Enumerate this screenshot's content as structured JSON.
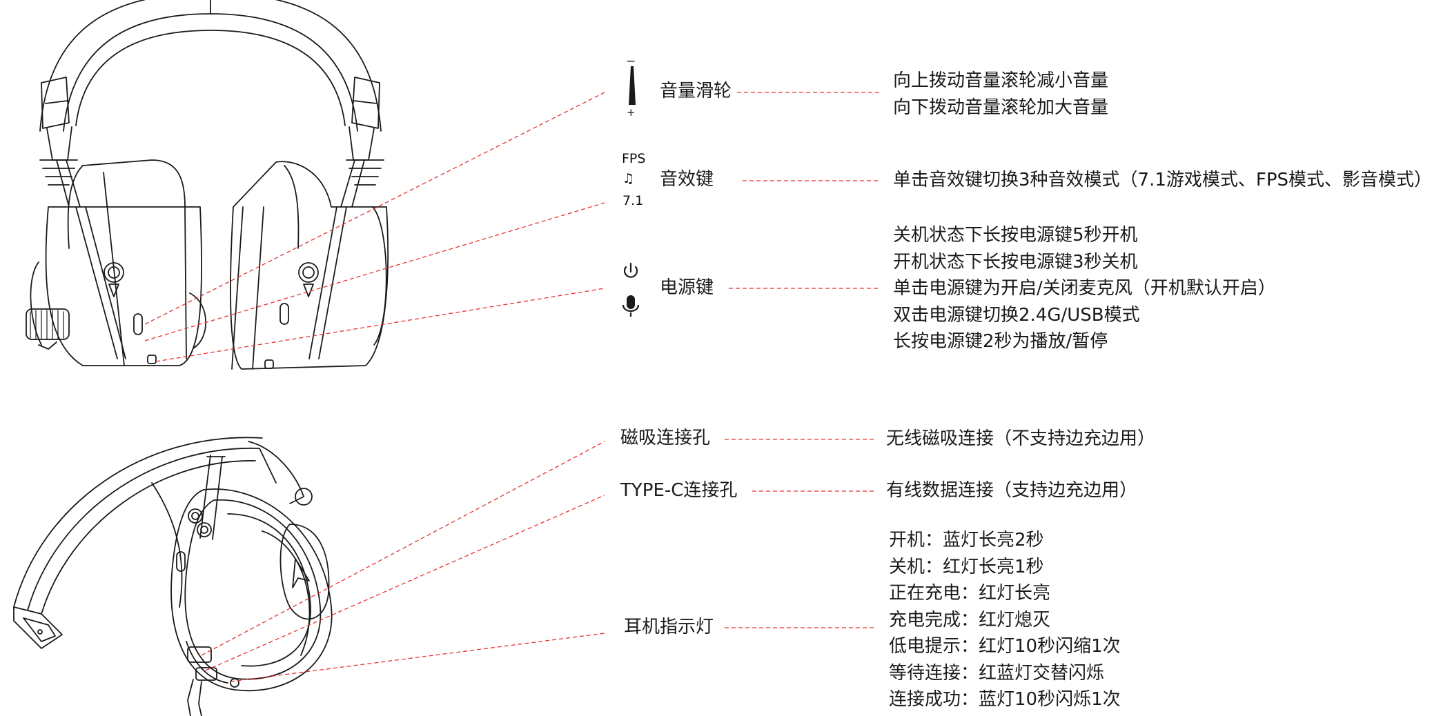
{
  "colors": {
    "leader_line": "#e8312f",
    "line_art": "#1a1a1a",
    "text": "#1a1a1a"
  },
  "icons": {
    "volume_minus": "−",
    "volume_plus": "+",
    "mode_fps": "FPS",
    "mode_note": "♫",
    "mode_71": "7.1",
    "power": "power-icon",
    "mic": "microphone-icon"
  },
  "controls": [
    {
      "id": "volume",
      "label": "音量滑轮",
      "descriptions": [
        "向上拨动音量滚轮减小音量",
        "向下拨动音量滚轮加大音量"
      ]
    },
    {
      "id": "effect",
      "label": "音效键",
      "descriptions": [
        "单击音效键切换3种音效模式（7.1游戏模式、FPS模式、影音模式）"
      ]
    },
    {
      "id": "power",
      "label": "电源键",
      "descriptions": [
        "关机状态下长按电源键5秒开机",
        "开机状态下长按电源键3秒关机",
        "单击电源键为开启/关闭麦克风（开机默认开启）",
        "双击电源键切换2.4G/USB模式",
        "长按电源键2秒为播放/暂停"
      ]
    },
    {
      "id": "magnetic",
      "label": "磁吸连接孔",
      "descriptions": [
        "无线磁吸连接（不支持边充边用）"
      ]
    },
    {
      "id": "typec",
      "label": "TYPE-C连接孔",
      "descriptions": [
        "有线数据连接（支持边充边用）"
      ]
    },
    {
      "id": "led",
      "label": "耳机指示灯",
      "descriptions": [
        "开机：蓝灯长亮2秒",
        "关机：红灯长亮1秒",
        "正在充电：红灯长亮",
        "充电完成：红灯熄灭",
        "低电提示：红灯10秒闪缩1次",
        "等待连接：红蓝灯交替闪烁",
        "连接成功：蓝灯10秒闪烁1次"
      ]
    }
  ]
}
